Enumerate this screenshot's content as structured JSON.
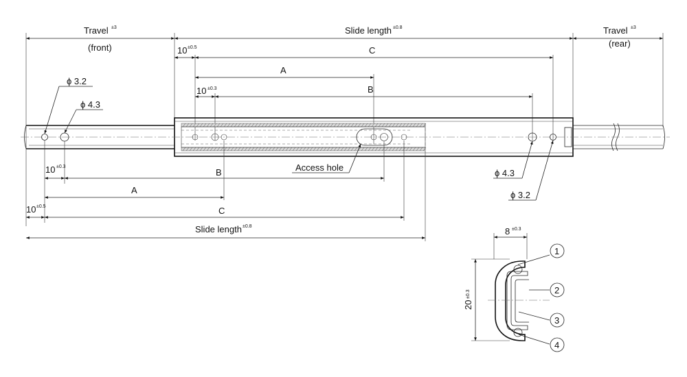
{
  "labels": {
    "travel_front": "Travel",
    "travel_front_tol": "±3",
    "front": "(front)",
    "slide_length_top": "Slide length",
    "slide_length_top_tol": "±0.8",
    "travel_rear": "Travel",
    "travel_rear_tol": "±3",
    "rear": "(rear)",
    "ten_top": "10",
    "ten_top_tol": "±0.5",
    "c_top": "C",
    "a_top": "A",
    "ten_inner_top": "10",
    "ten_inner_top_tol": "±0.3",
    "b_top": "B",
    "phi32_left": "ϕ 3.2",
    "phi43_left": "ϕ 4.3",
    "access_hole": "Access hole",
    "ten_bottom_inner": "10",
    "ten_bottom_inner_tol": "±0.3",
    "b_bottom": "B",
    "a_bottom": "A",
    "ten_bottom": "10",
    "ten_bottom_tol": "±0.5",
    "c_bottom": "C",
    "slide_length_bottom": "Slide length",
    "slide_length_bottom_tol": "±0.8",
    "phi43_right": "ϕ 4.3",
    "phi32_right": "ϕ 3.2",
    "width_8": "8",
    "width_8_tol": "±0.3",
    "height_20": "20",
    "height_20_tol": "±0.3",
    "callout_1": "1",
    "callout_2": "2",
    "callout_3": "3",
    "callout_4": "4"
  }
}
